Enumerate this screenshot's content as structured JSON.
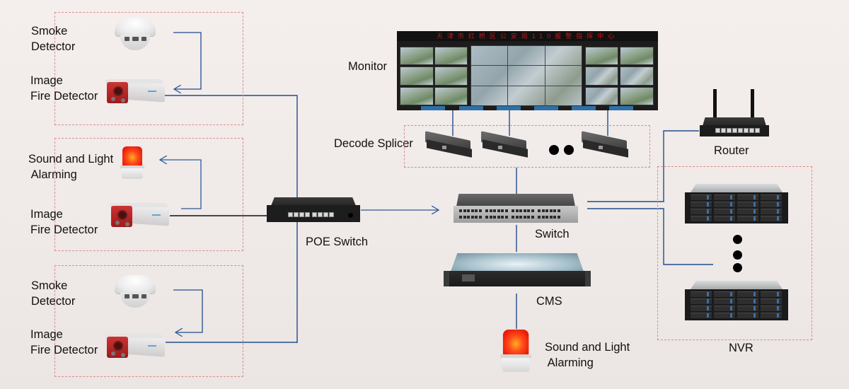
{
  "diagram": {
    "type": "network-topology",
    "title": "Image Fire Detection System Topology"
  },
  "left_groups": [
    {
      "top_device": {
        "label_line1": "Smoke",
        "label_line2": "Detector",
        "icon": "smoke-detector-icon"
      },
      "bottom_device": {
        "label_line1": "Image",
        "label_line2": "Fire Detector",
        "icon": "fire-camera-icon"
      },
      "link": "smoke detector → image fire detector"
    },
    {
      "top_device": {
        "label_line1": "Sound and Light",
        "label_line2": " Alarming",
        "icon": "alarm-beacon-icon"
      },
      "bottom_device": {
        "label_line1": "Image",
        "label_line2": "Fire Detector",
        "icon": "fire-camera-icon"
      },
      "link": "image fire detector → sound and light alarming"
    },
    {
      "top_device": {
        "label_line1": "Smoke",
        "label_line2": "Detector",
        "icon": "smoke-detector-icon"
      },
      "bottom_device": {
        "label_line1": "Image",
        "label_line2": "Fire Detector",
        "icon": "fire-camera-icon"
      },
      "link": "smoke detector → image fire detector"
    }
  ],
  "nodes": {
    "poe_switch": {
      "label": "POE Switch"
    },
    "monitor": {
      "label": "Monitor",
      "banner_text": "天津市红桥区公安局110报警指挥中心"
    },
    "decode_splicer": {
      "label": "Decode Splicer",
      "ellipsis": "● ●"
    },
    "switch": {
      "label": "Switch"
    },
    "router": {
      "label": "Router"
    },
    "cms": {
      "label": "CMS"
    },
    "cms_alarm": {
      "label_line1": "Sound and Light",
      "label_line2": " Alarming"
    },
    "nvr": {
      "label": "NVR"
    }
  },
  "connections": [
    {
      "from": "Image Fire Detector (group 1)",
      "to": "POE Switch"
    },
    {
      "from": "Image Fire Detector (group 2)",
      "to": "POE Switch"
    },
    {
      "from": "Image Fire Detector (group 3)",
      "to": "POE Switch"
    },
    {
      "from": "POE Switch",
      "to": "Switch",
      "arrow": true
    },
    {
      "from": "Decode Splicer",
      "to": "Monitor"
    },
    {
      "from": "Switch",
      "to": "Decode Splicer"
    },
    {
      "from": "Switch",
      "to": "CMS"
    },
    {
      "from": "CMS",
      "to": "Sound and Light Alarming"
    },
    {
      "from": "Switch",
      "to": "Router"
    },
    {
      "from": "Switch",
      "to": "NVR"
    }
  ],
  "colors": {
    "wire": "#1f4e8c",
    "wire_black": "#111111",
    "group_border": "#d98e8e",
    "background": "#f2ecea"
  }
}
